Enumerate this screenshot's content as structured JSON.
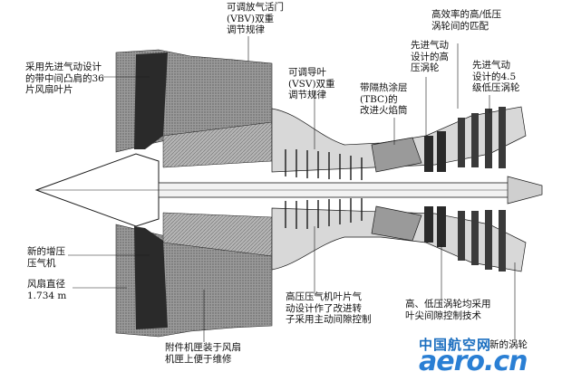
{
  "labels": {
    "fan_blades": "采用先进气动设计\n的带中间凸肩的36\n片风扇叶片",
    "vbv": "可调放气活门\n(VBV)双重\n调节规律",
    "vsv": "可调导叶\n(VSV)双重\n调节规律",
    "tbc": "带隔热涂层\n(TBC)的\n改进火焰筒",
    "hp_turbine": "先进气动\n设计的高\n压涡轮",
    "turbine_match": "高效率的高/低压\n涡轮间的匹配",
    "lp_turbine": "先进气动\n设计的4.5\n级低压涡轮",
    "booster": "新的增压\n压气机",
    "fan_diameter": "风扇直径\n1.734 m",
    "hpc_blades": "高压压气机叶片气\n动设计作了改进转\n子采用主动间隙控制",
    "gearbox": "附件机匣装于风扇\n机匣上便于维修",
    "clearance_control": "高、低压涡轮均采用\n叶尖间隙控制技术",
    "new_turbine_partial": "新的涡轮"
  },
  "watermark": {
    "cn": "中国航空网",
    "domain": "aero.cn"
  },
  "colors": {
    "line": "#1a1a1a",
    "fill_dark": "#2a2a2a",
    "fill_mid": "#7a7a7a",
    "fill_light": "#bdbdbd",
    "watermark_cn": "#1c6fc0",
    "watermark_domain": "#2a7fd4"
  }
}
